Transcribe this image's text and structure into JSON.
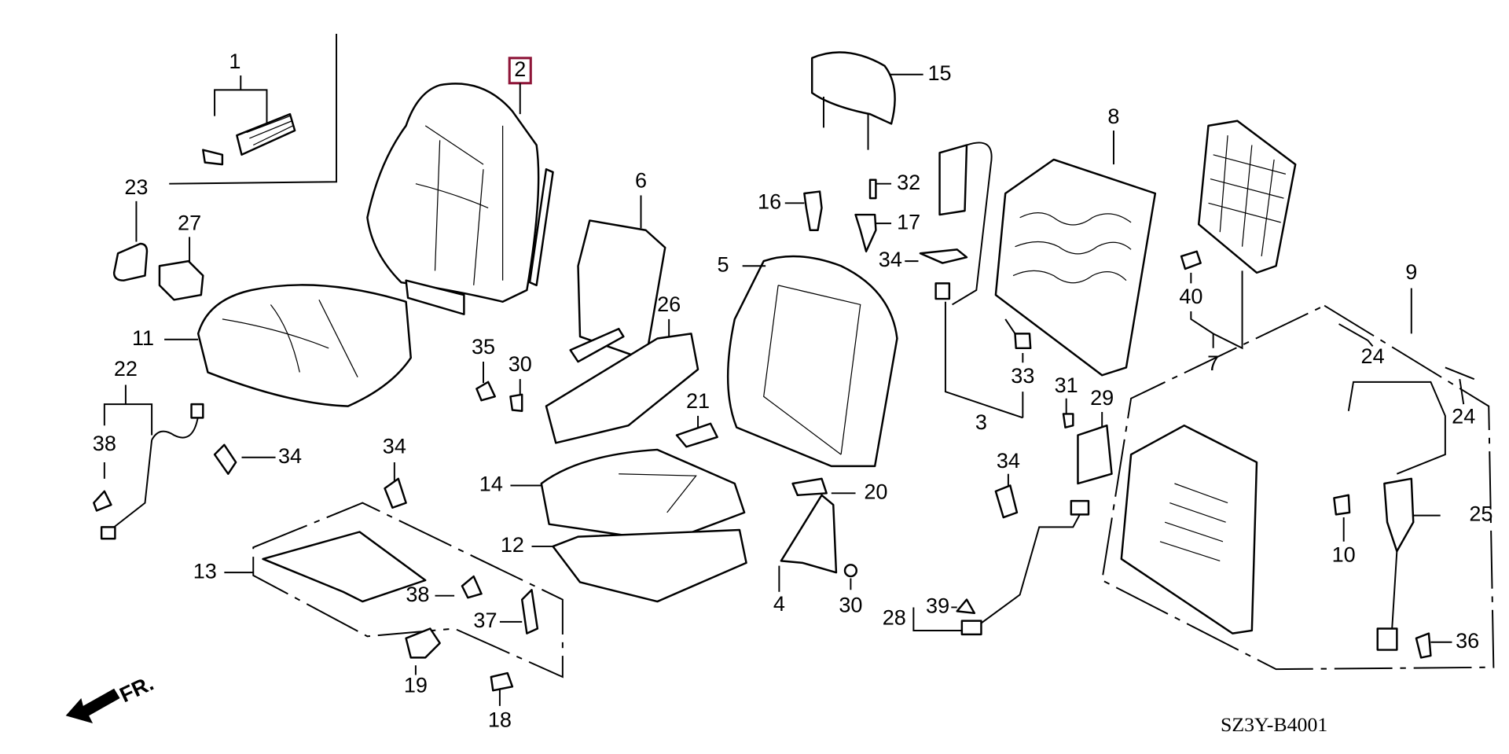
{
  "diagram": {
    "code": "SZ3Y-B4001",
    "front_marker": "FR.",
    "highlight_color": "#8e1538",
    "selected_part": "2",
    "callouts": [
      "1",
      "2",
      "23",
      "27",
      "11",
      "22",
      "38",
      "34",
      "35",
      "30",
      "6",
      "26",
      "5",
      "21",
      "14",
      "12",
      "13",
      "34",
      "38",
      "37",
      "19",
      "18",
      "4",
      "20",
      "30",
      "15",
      "16",
      "32",
      "17",
      "34",
      "8",
      "40",
      "7",
      "33",
      "3",
      "31",
      "29",
      "34",
      "39",
      "28",
      "9",
      "24",
      "24",
      "25",
      "10",
      "36"
    ]
  }
}
